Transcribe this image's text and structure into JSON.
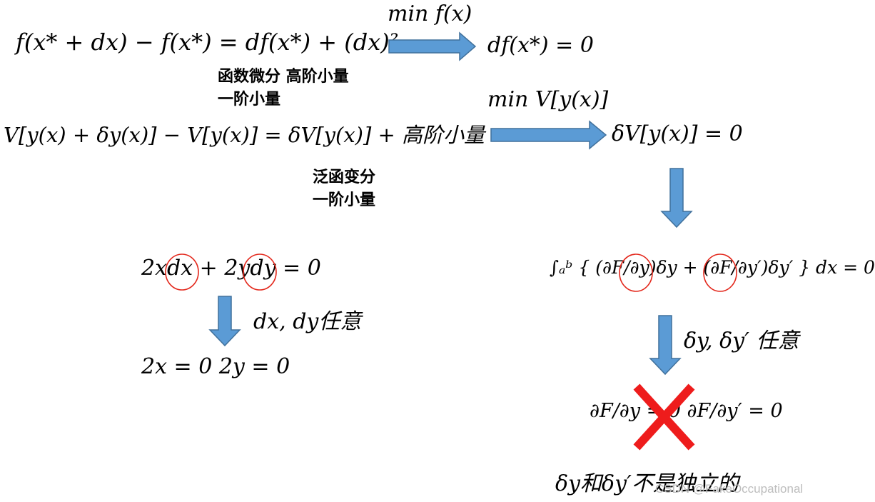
{
  "equations": {
    "eq1": "f(x* + dx) − f(x*) = df(x*) + (dx)²",
    "min_fx": "min f(x)",
    "eq1_result": "df(x*) = 0",
    "eq2": "V[y(x) + δy(x)] − V[y(x)] = δV[y(x)] + 高阶小量",
    "min_vy": "min V[y(x)]",
    "eq2_result": "δV[y(x)] = 0",
    "integral": "∫ₐᵇ { (∂F/∂y)δy + (∂F/∂y′)δy′ } dx = 0",
    "arbitrary_right": "δy, δy′ 任意",
    "partials": "∂F/∂y = 0   ∂F/∂y′ = 0",
    "not_independent": "δy和δy′不是独立的",
    "eq_total_diff": "2xdx + 2ydy = 0",
    "arbitrary_left": "dx, dy任意",
    "result_left": "2x = 0    2y = 0"
  },
  "labels": {
    "diff_line1": "函数微分  高阶小量",
    "diff_line2": "一阶小量",
    "var_line1": "泛函变分",
    "var_line2": "一阶小量"
  },
  "watermark": "CSDN @FakeOccupational",
  "colors": {
    "arrow": "#5b9bd5",
    "arrow_stroke": "#41719c",
    "circle": "#e3261a",
    "cross": "#ee1c1c"
  }
}
